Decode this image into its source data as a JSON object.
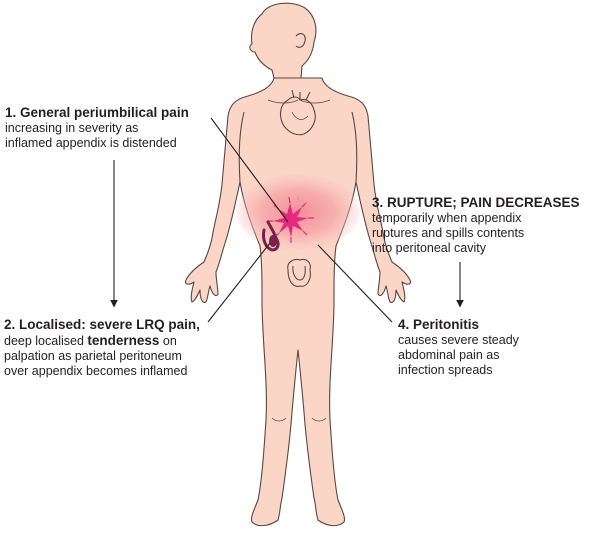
{
  "annotations": [
    {
      "id": "stage-1",
      "title": "1. General periumbilical pain",
      "lines": [
        "increasing in severity as",
        "inflamed appendix is distended"
      ]
    },
    {
      "id": "stage-2",
      "title": "2. Localised: severe LRQ pain,",
      "line1_before": "deep localised ",
      "line1_bold": "tenderness",
      "line1_after": " on",
      "lines": [
        "palpation as parietal peritoneum",
        "over appendix becomes inflamed"
      ]
    },
    {
      "id": "stage-3",
      "title": "3. RUPTURE; PAIN DECREASES",
      "lines": [
        "temporarily when appendix",
        "ruptures and spills contents",
        "into peritoneal cavity"
      ]
    },
    {
      "id": "stage-4",
      "title": "4. Peritonitis",
      "lines": [
        "causes severe steady",
        "abdominal pain as",
        "infection spreads"
      ]
    }
  ],
  "colors": {
    "skin": "#fbd6c6",
    "outline": "#5a4640",
    "abdomen_glow": "#f5a3a6",
    "pain_star": "#e6287f",
    "appendix": "#7a1f4f",
    "text": "#231f20"
  },
  "icons": [
    "heart-outline-icon",
    "pain-star-icon",
    "appendix-icon"
  ]
}
